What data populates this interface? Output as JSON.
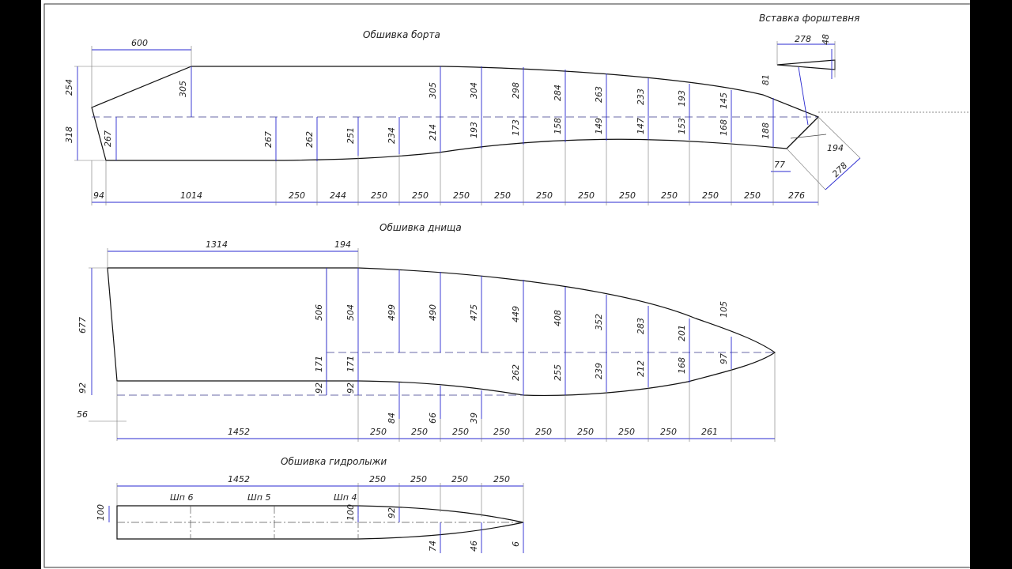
{
  "titles": {
    "side": "Обшивка борта",
    "insert": "Вставка форштевня",
    "bottom": "Обшивка днища",
    "ski": "Обшивка гидролыжи"
  },
  "side": {
    "top_600": "600",
    "left_254": "254",
    "left_318": "318",
    "d305a": "305",
    "d267a": "267",
    "upper": [
      "305",
      "305",
      "304",
      "298",
      "284",
      "263",
      "233",
      "193",
      "145",
      "81"
    ],
    "lower": [
      "267",
      "262",
      "251",
      "234",
      "214",
      "193",
      "173",
      "158",
      "149",
      "147",
      "153",
      "168",
      "188"
    ],
    "base": [
      "94",
      "1014",
      "250",
      "244",
      "250",
      "250",
      "250",
      "250",
      "250",
      "250",
      "250",
      "250",
      "250",
      "250",
      "276"
    ],
    "d77": "77",
    "d194": "194",
    "d278": "278"
  },
  "insert": {
    "len": "278",
    "h": "48"
  },
  "bottom": {
    "top_1314": "1314",
    "top_194": "194",
    "left_677": "677",
    "left_92": "92",
    "left_56": "56",
    "upper": [
      "506",
      "504",
      "499",
      "490",
      "475",
      "449",
      "408",
      "352",
      "283",
      "201",
      "105"
    ],
    "lower": [
      "171",
      "171",
      "262",
      "255",
      "239",
      "212",
      "168",
      "97"
    ],
    "d92a": "92",
    "d92b": "92",
    "under": [
      "84",
      "66",
      "39"
    ],
    "base": [
      "1452",
      "250",
      "250",
      "250",
      "250",
      "250",
      "250",
      "250",
      "250",
      "261"
    ]
  },
  "ski": {
    "top": [
      "1452",
      "250",
      "250",
      "250",
      "250"
    ],
    "sh": [
      "Шп 6",
      "Шп 5",
      "Шп 4"
    ],
    "left_100": "100",
    "d100": "100",
    "d92": "92",
    "under": [
      "74",
      "46",
      "6"
    ]
  }
}
